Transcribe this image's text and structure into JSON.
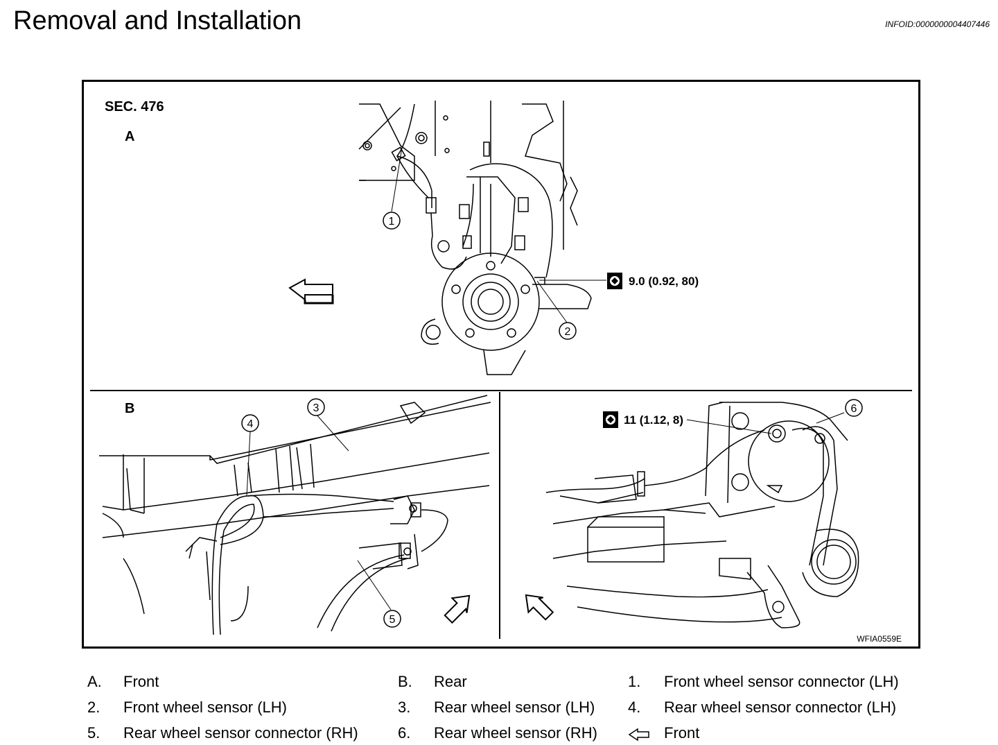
{
  "header": {
    "title": "Removal and Installation",
    "info_id": "INFOID:0000000004407446"
  },
  "figure": {
    "section": "SEC. 476",
    "panel_a": "A",
    "panel_b": "B",
    "callouts": [
      "1",
      "2",
      "3",
      "4",
      "5",
      "6"
    ],
    "torque_front": "9.0 (0.92, 80)",
    "torque_rear": "11 (1.12, 8)",
    "figure_code": "WFIA0559E",
    "icons": [
      "front-arrow-icon",
      "torque-wrench-icon"
    ]
  },
  "legend": [
    {
      "key": "A.",
      "text": "Front"
    },
    {
      "key": "B.",
      "text": "Rear"
    },
    {
      "key": "1.",
      "text": "Front wheel sensor connector (LH)"
    },
    {
      "key": "2.",
      "text": "Front wheel sensor (LH)"
    },
    {
      "key": "3.",
      "text": "Rear wheel sensor (LH)"
    },
    {
      "key": "4.",
      "text": "Rear wheel sensor connector (LH)"
    },
    {
      "key": "5.",
      "text": "Rear wheel sensor connector (RH)"
    },
    {
      "key": "6.",
      "text": "Rear wheel sensor (RH)"
    },
    {
      "key": "",
      "text": "Front"
    }
  ]
}
